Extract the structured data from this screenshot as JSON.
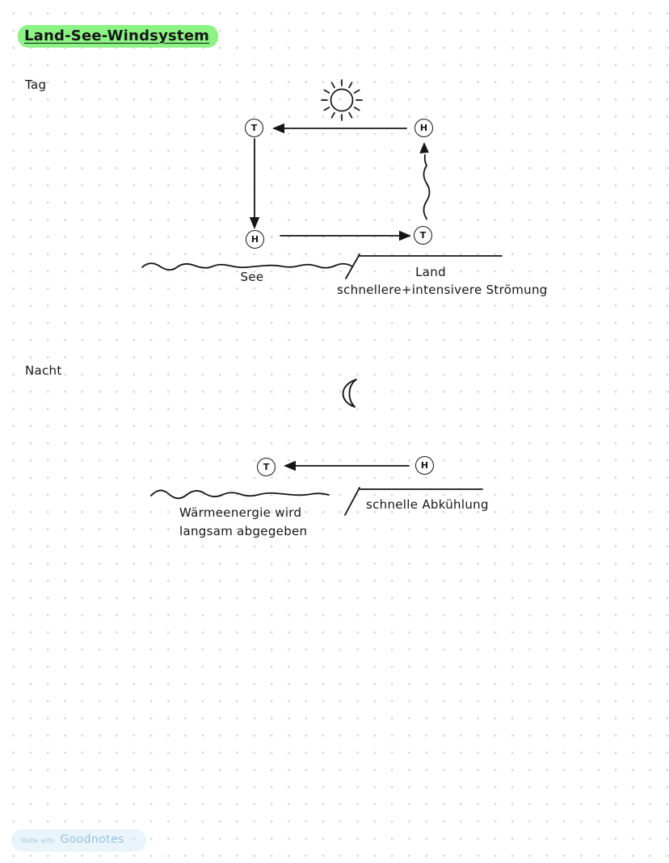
{
  "page": {
    "title": "Land-See-Windsystem",
    "section_day_label": "Tag",
    "section_night_label": "Nacht"
  },
  "day": {
    "node_top_left": "T",
    "node_top_right": "H",
    "node_bottom_left": "H",
    "node_bottom_right": "T",
    "sea_label": "See",
    "land_label": "Land",
    "flow_note": "schnellere+intensivere Strömung"
  },
  "night": {
    "node_left": "T",
    "node_right": "H",
    "sea_note_line1": "Wärmeenergie wird",
    "sea_note_line2": "langsam abgegeben",
    "land_note": "schnelle Abkühlung"
  },
  "icons": {
    "day": "sun-icon",
    "night": "moon-icon"
  },
  "watermark": {
    "prefix": "Made with",
    "brand": "Goodnotes",
    "tm": "™"
  },
  "colors": {
    "highlight_green": "#8bf383",
    "ink": "#161616",
    "dot_grid": "#d9d9d9",
    "watermark_text": "#97c4da",
    "watermark_bg": "#dceff9"
  }
}
